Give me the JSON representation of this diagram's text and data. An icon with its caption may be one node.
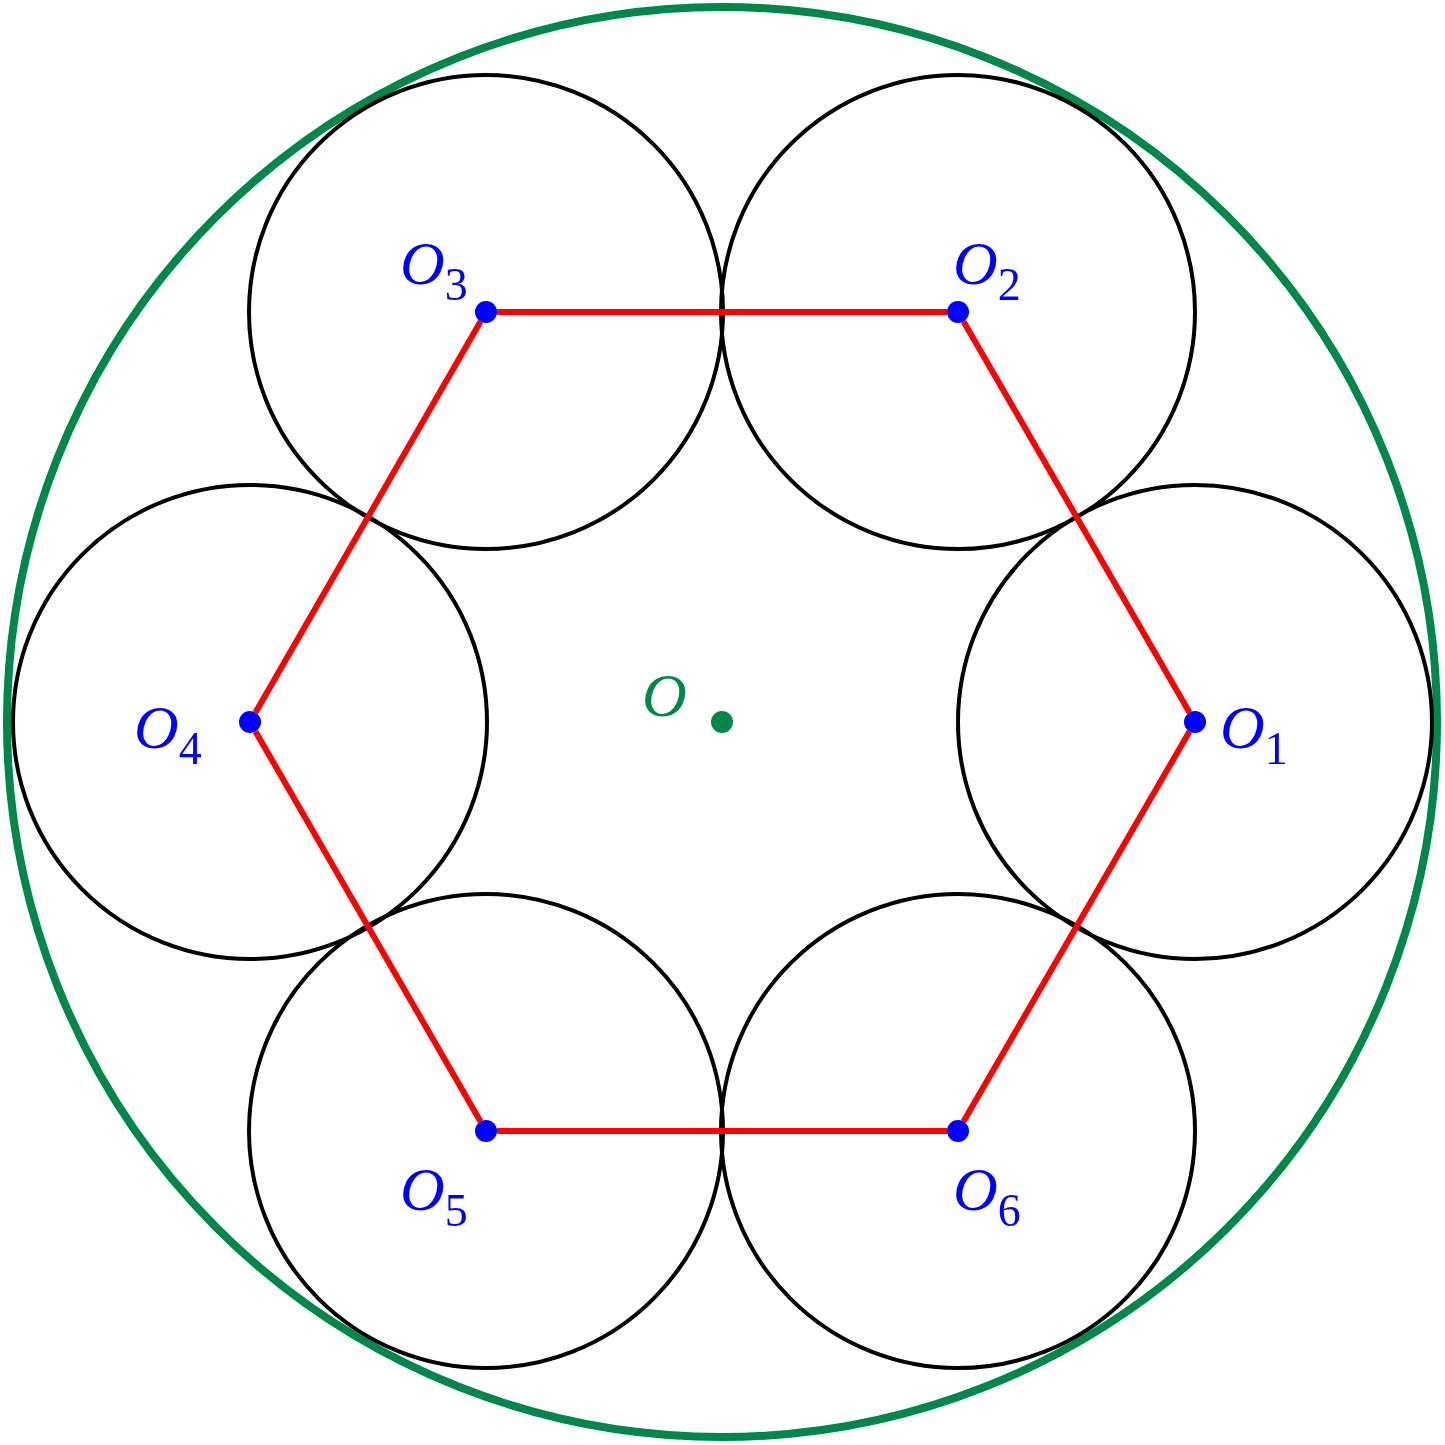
{
  "diagram": {
    "nodes": [
      {
        "text": [
          "O$_{3}$"
        ]
      },
      {
        "text": [
          "O$_{2}$"
        ]
      },
      {
        "text": [
          "O$_{4}$"
        ]
      },
      {
        "text": [
          "O"
        ]
      },
      {
        "text": [
          "O$_{1}$"
        ]
      },
      {
        "text": [
          "O$_{5}$"
        ]
      },
      {
        "text": [
          "O$_{6}$"
        ]
      }
    ],
    "edges": [
      {
        "from": 4,
        "to": 1,
        "arrow": "none"
      },
      {
        "from": 1,
        "to": 0,
        "arrow": "none"
      },
      {
        "from": 0,
        "to": 2,
        "arrow": "none"
      },
      {
        "from": 2,
        "to": 5,
        "arrow": "none"
      },
      {
        "from": 5,
        "to": 6,
        "arrow": "none"
      },
      {
        "from": 6,
        "to": 4,
        "arrow": "none"
      }
    ]
  }
}
